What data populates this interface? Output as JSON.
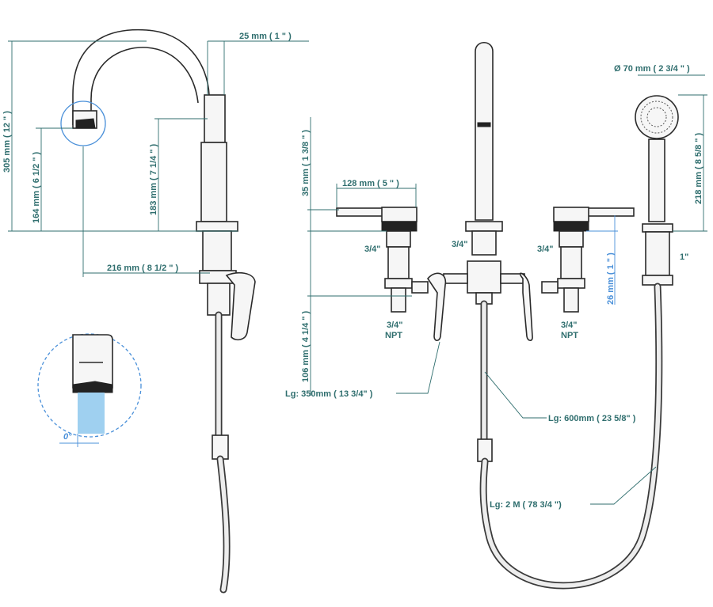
{
  "side_view": {
    "dim_spout_offset": "25 mm ( 1 \" )",
    "dim_total_height": "305 mm ( 12 \" )",
    "dim_outlet_height": "164 mm ( 6 1/2 \" )",
    "dim_body_height": "183 mm ( 7 1/4 \" )",
    "dim_reach": "216 mm ( 8 1/2 \" )",
    "detail_angle": "0°"
  },
  "front_view": {
    "dim_handle_height": "35 mm ( 1 3/8 \" )",
    "dim_handle_length": "128 mm ( 5 \" )",
    "dim_shank": "106 mm ( 4 1/4 \" )",
    "dim_deck_thickness": "26 mm ( 1 \" )",
    "dim_handshower_dia": "Ø  70 mm ( 2 3/4 \" )",
    "dim_handshower_len": "218 mm ( 8 5/8 \" )",
    "label_left_inlet": "3/4\"",
    "label_center_inlet": "3/4\"",
    "label_right_inlet": "3/4\"",
    "label_left_npt_size": "3/4\"",
    "label_left_npt": "NPT",
    "label_right_npt_size": "3/4\"",
    "label_right_npt": "NPT",
    "label_handshower_conn": "1\"",
    "len_connector": "Lg: 350mm  ( 13 3/4\" )",
    "len_center_hose": "Lg: 600mm  ( 23 5/8\" )",
    "len_shower_hose": "Lg: 2 M ( 78 3/4 \")"
  },
  "colors": {
    "dimension": "#2f6e6e",
    "highlight": "#4a90d9",
    "water": "#9fd0f0",
    "outline": "#2a2a2a"
  }
}
